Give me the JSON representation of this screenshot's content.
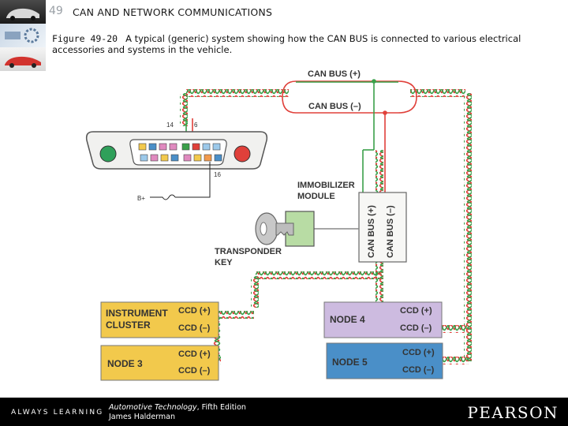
{
  "header": {
    "chapter_number": "49",
    "chapter_title": "CAN AND NETWORK COMMUNICATIONS"
  },
  "caption": {
    "figure_label": "Figure 49-20",
    "text": "A typical (generic) system showing how the CAN BUS is connected to various electrical accessories and systems in the vehicle."
  },
  "diagram": {
    "can_bus_plus": "CAN BUS (+)",
    "can_bus_minus": "CAN BUS (–)",
    "pin_14": "14",
    "pin_6": "6",
    "pin_16": "16",
    "battery": "B+",
    "immobilizer_line1": "IMMOBILIZER",
    "immobilizer_line2": "MODULE",
    "vertical_plus": "CAN BUS (+)",
    "vertical_minus": "CAN BUS (–)",
    "transponder_line1": "TRANSPONDER",
    "transponder_line2": "KEY",
    "instrument_line1": "INSTRUMENT",
    "instrument_line2": "CLUSTER",
    "node3": "NODE 3",
    "node4": "NODE 4",
    "node5": "NODE 5",
    "ccd_plus": "CCD (+)",
    "ccd_minus": "CCD (–)",
    "colors": {
      "red_wire": "#e0403a",
      "green_wire": "#3aa04a",
      "yellow_node": "#f2c94c",
      "purple_node": "#cdbbe0",
      "blue_node": "#4a8fc8",
      "connector": "#f1f1ef"
    }
  },
  "footer": {
    "always_learning": "ALWAYS LEARNING",
    "book_title": "Automotive Technology",
    "book_edition": ", Fifth Edition",
    "author": "James Halderman",
    "publisher": "PEARSON"
  }
}
